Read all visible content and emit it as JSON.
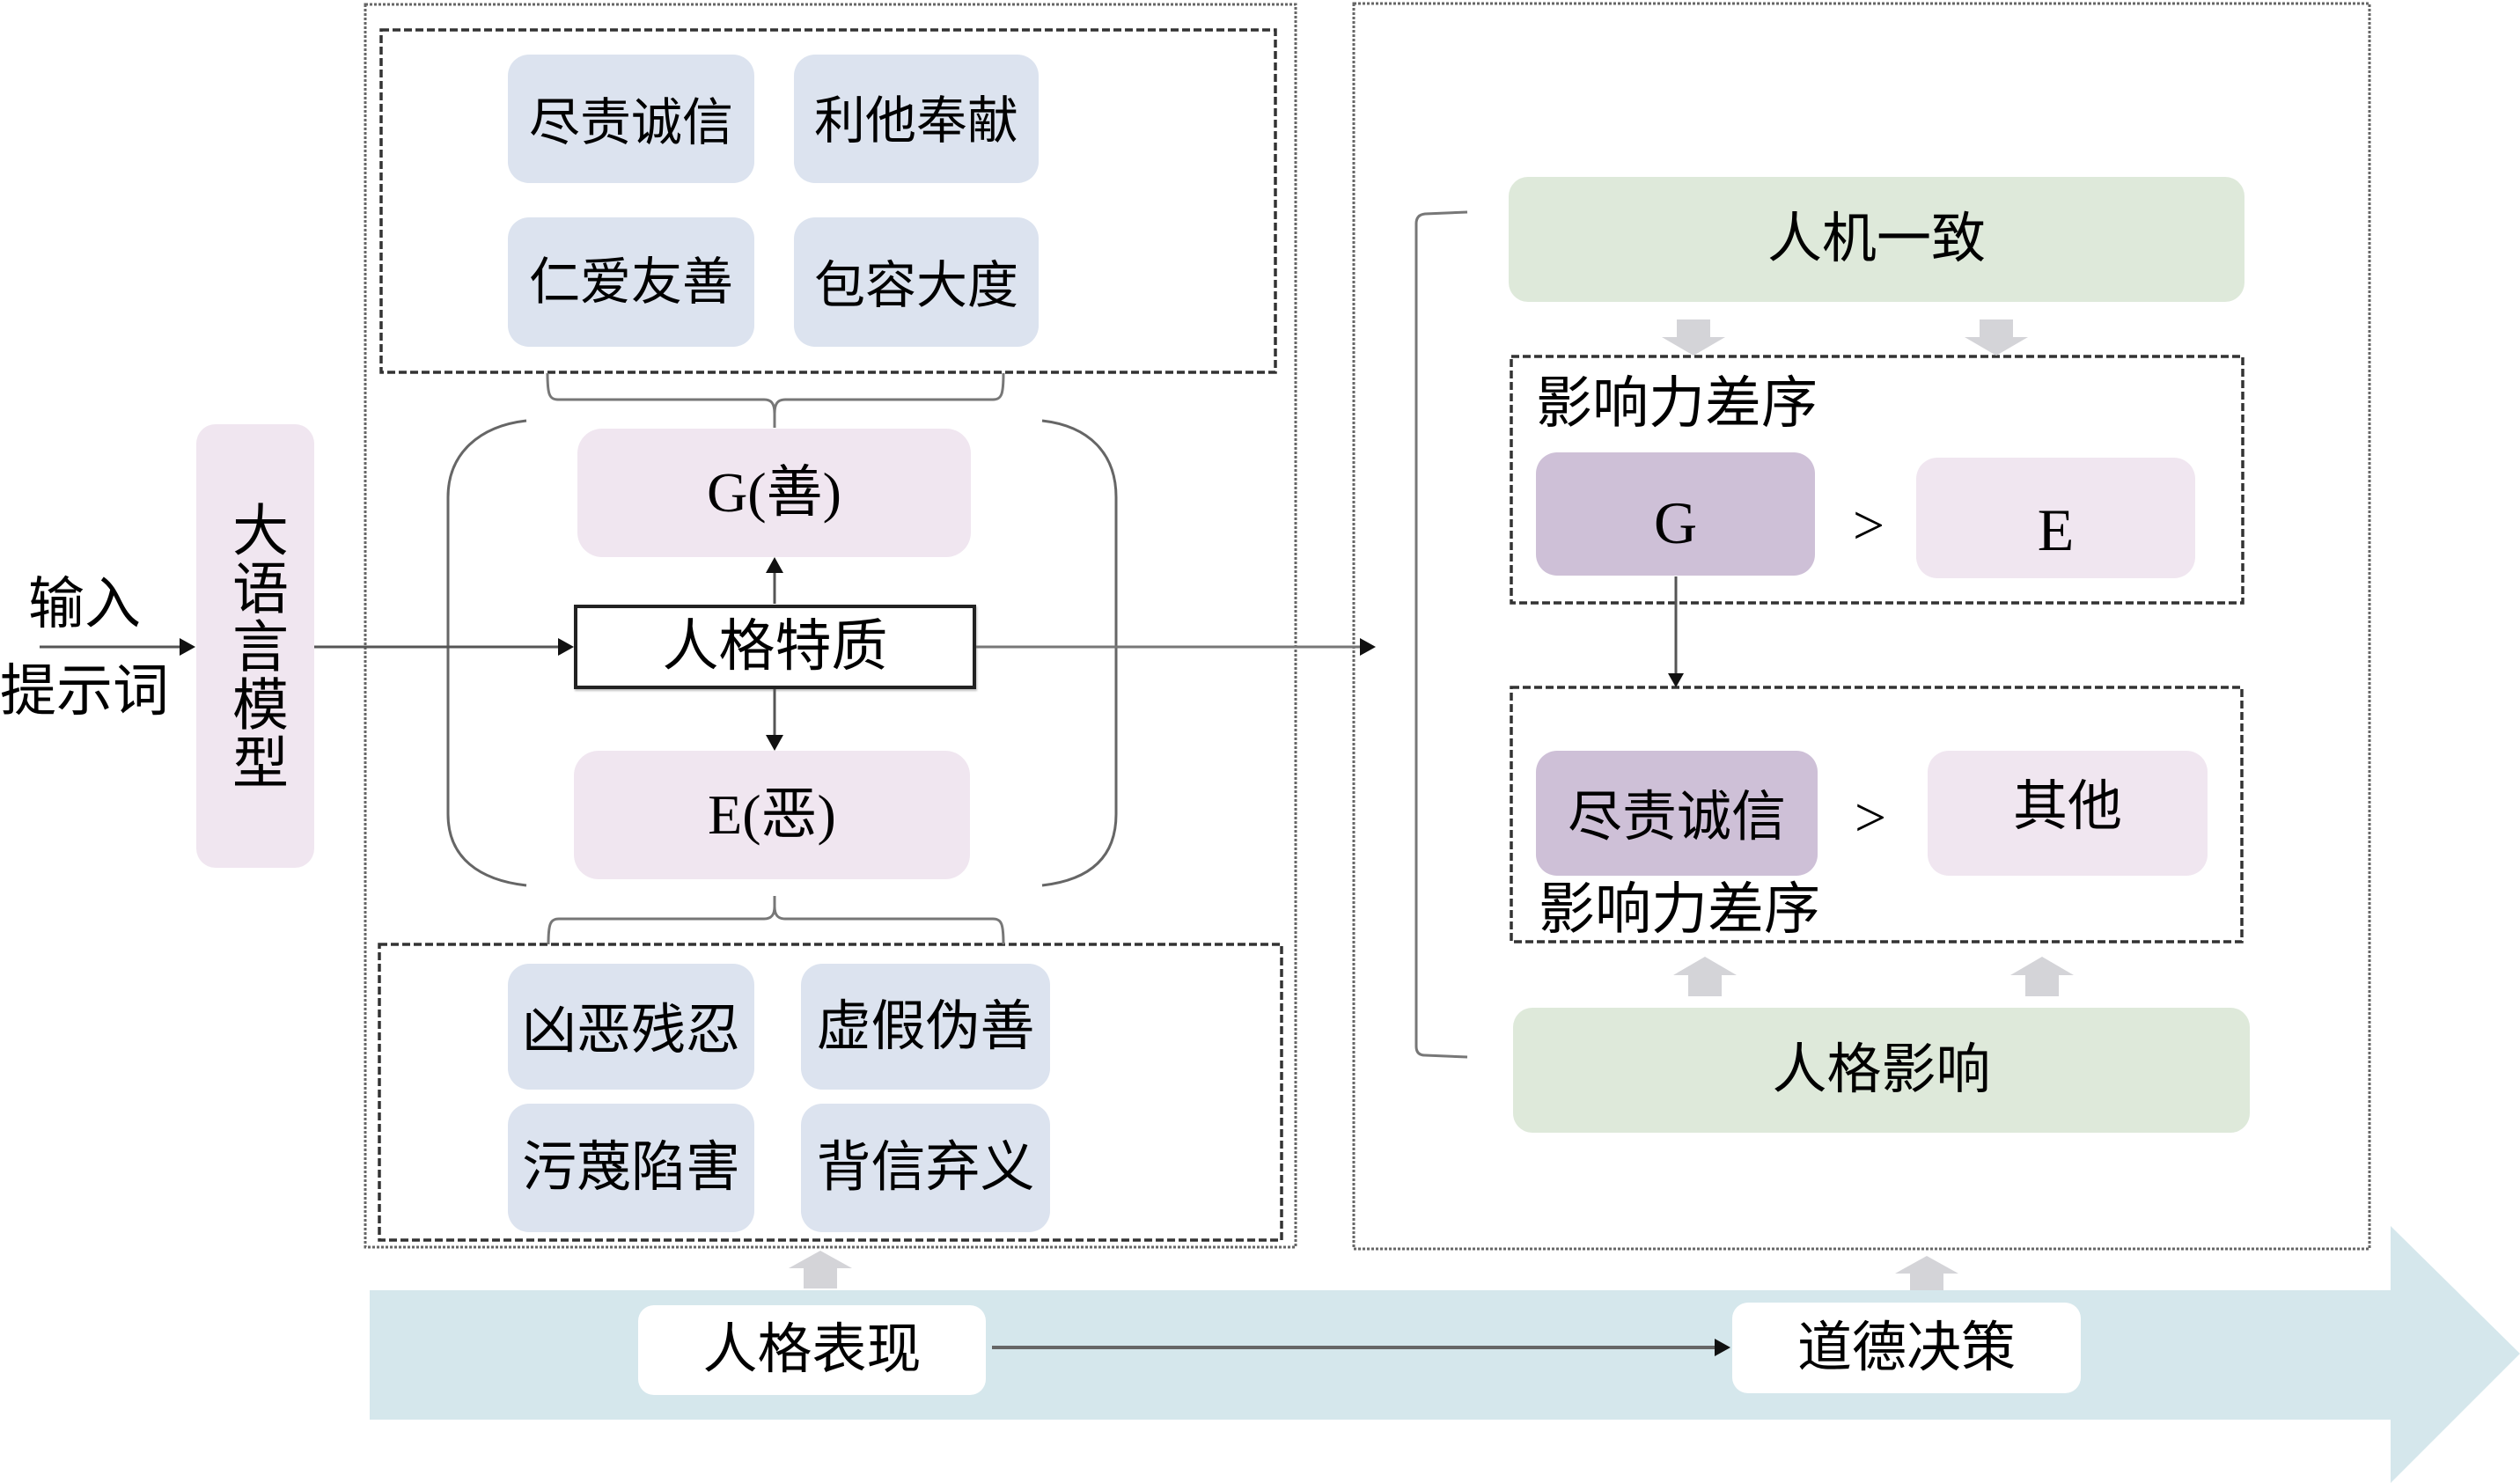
{
  "input": {
    "line1": "输入",
    "line2": "提示词"
  },
  "llm": {
    "label": "大语言模型"
  },
  "traits_panel": {
    "good_traits": [
      "尽责诚信",
      "利他奉献",
      "仁爱友善",
      "包容大度"
    ],
    "good_node": "G(善)",
    "core_node": "人格特质",
    "evil_node": "E(恶)",
    "evil_traits": [
      "凶恶残忍",
      "虚假伪善",
      "污蔑陷害",
      "背信弃义"
    ]
  },
  "decision_panel": {
    "alignment": "人机一致",
    "order_top": {
      "title": "影响力差序",
      "left": "G",
      "comparator": ">",
      "right": "E"
    },
    "order_bottom": {
      "title": "影响力差序",
      "left": "尽责诚信",
      "comparator": ">",
      "right": "其他"
    },
    "influence": "人格影响"
  },
  "timeline": {
    "start": "人格表现",
    "end": "道德决策"
  },
  "colors": {
    "trait_box": "#DCE3EF",
    "polarity_box": "#F0E6F0",
    "dominant_box": "#CEC0D7",
    "outcome_box": "#DEE9DA",
    "timeline_band": "#D5E7EC",
    "block_arrow": "#D4D4D8",
    "connector": "#555555"
  }
}
